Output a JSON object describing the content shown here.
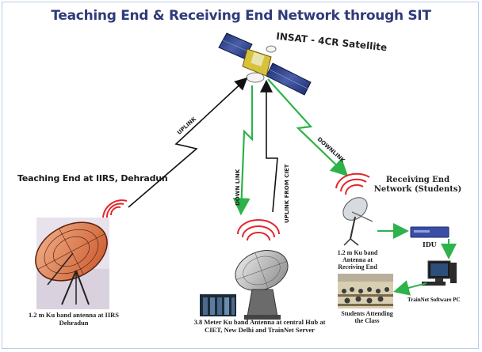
{
  "title": "Teaching End & Receiving End Network through SIT",
  "satellite_label": "INSAT - 4CR Satellite",
  "teaching_end_label": "Teaching End at IIRS, Dehradun",
  "receiving_end_label": "Receiving End Network (Students)",
  "iirs_antenna_label": "1.2 m Ku band antenna at  IIRS Dehradun",
  "ciet_antenna_label": "3.8 Meter Ku band Antenna at central Hub at CIET, New Delhi and TrainNet Server",
  "rx_antenna_label": "1.2 m Ku band Antenna at Receiving End",
  "idu_label": "IDU",
  "pc_label": "TrainNet Software PC",
  "students_label": "Students Attending the Class",
  "links": {
    "uplink": "UPLINK",
    "downlink_ciet": "DOWN LINK",
    "uplink_ciet": "UPLINK FROM CIET",
    "downlink_rx": "DOWNLINK"
  },
  "colors": {
    "title": "#2f3b7a",
    "uplink_line": "#111111",
    "downlink_line": "#2db34a",
    "signal_waves": "#e3262b",
    "frame_border": "#b9cde5"
  }
}
